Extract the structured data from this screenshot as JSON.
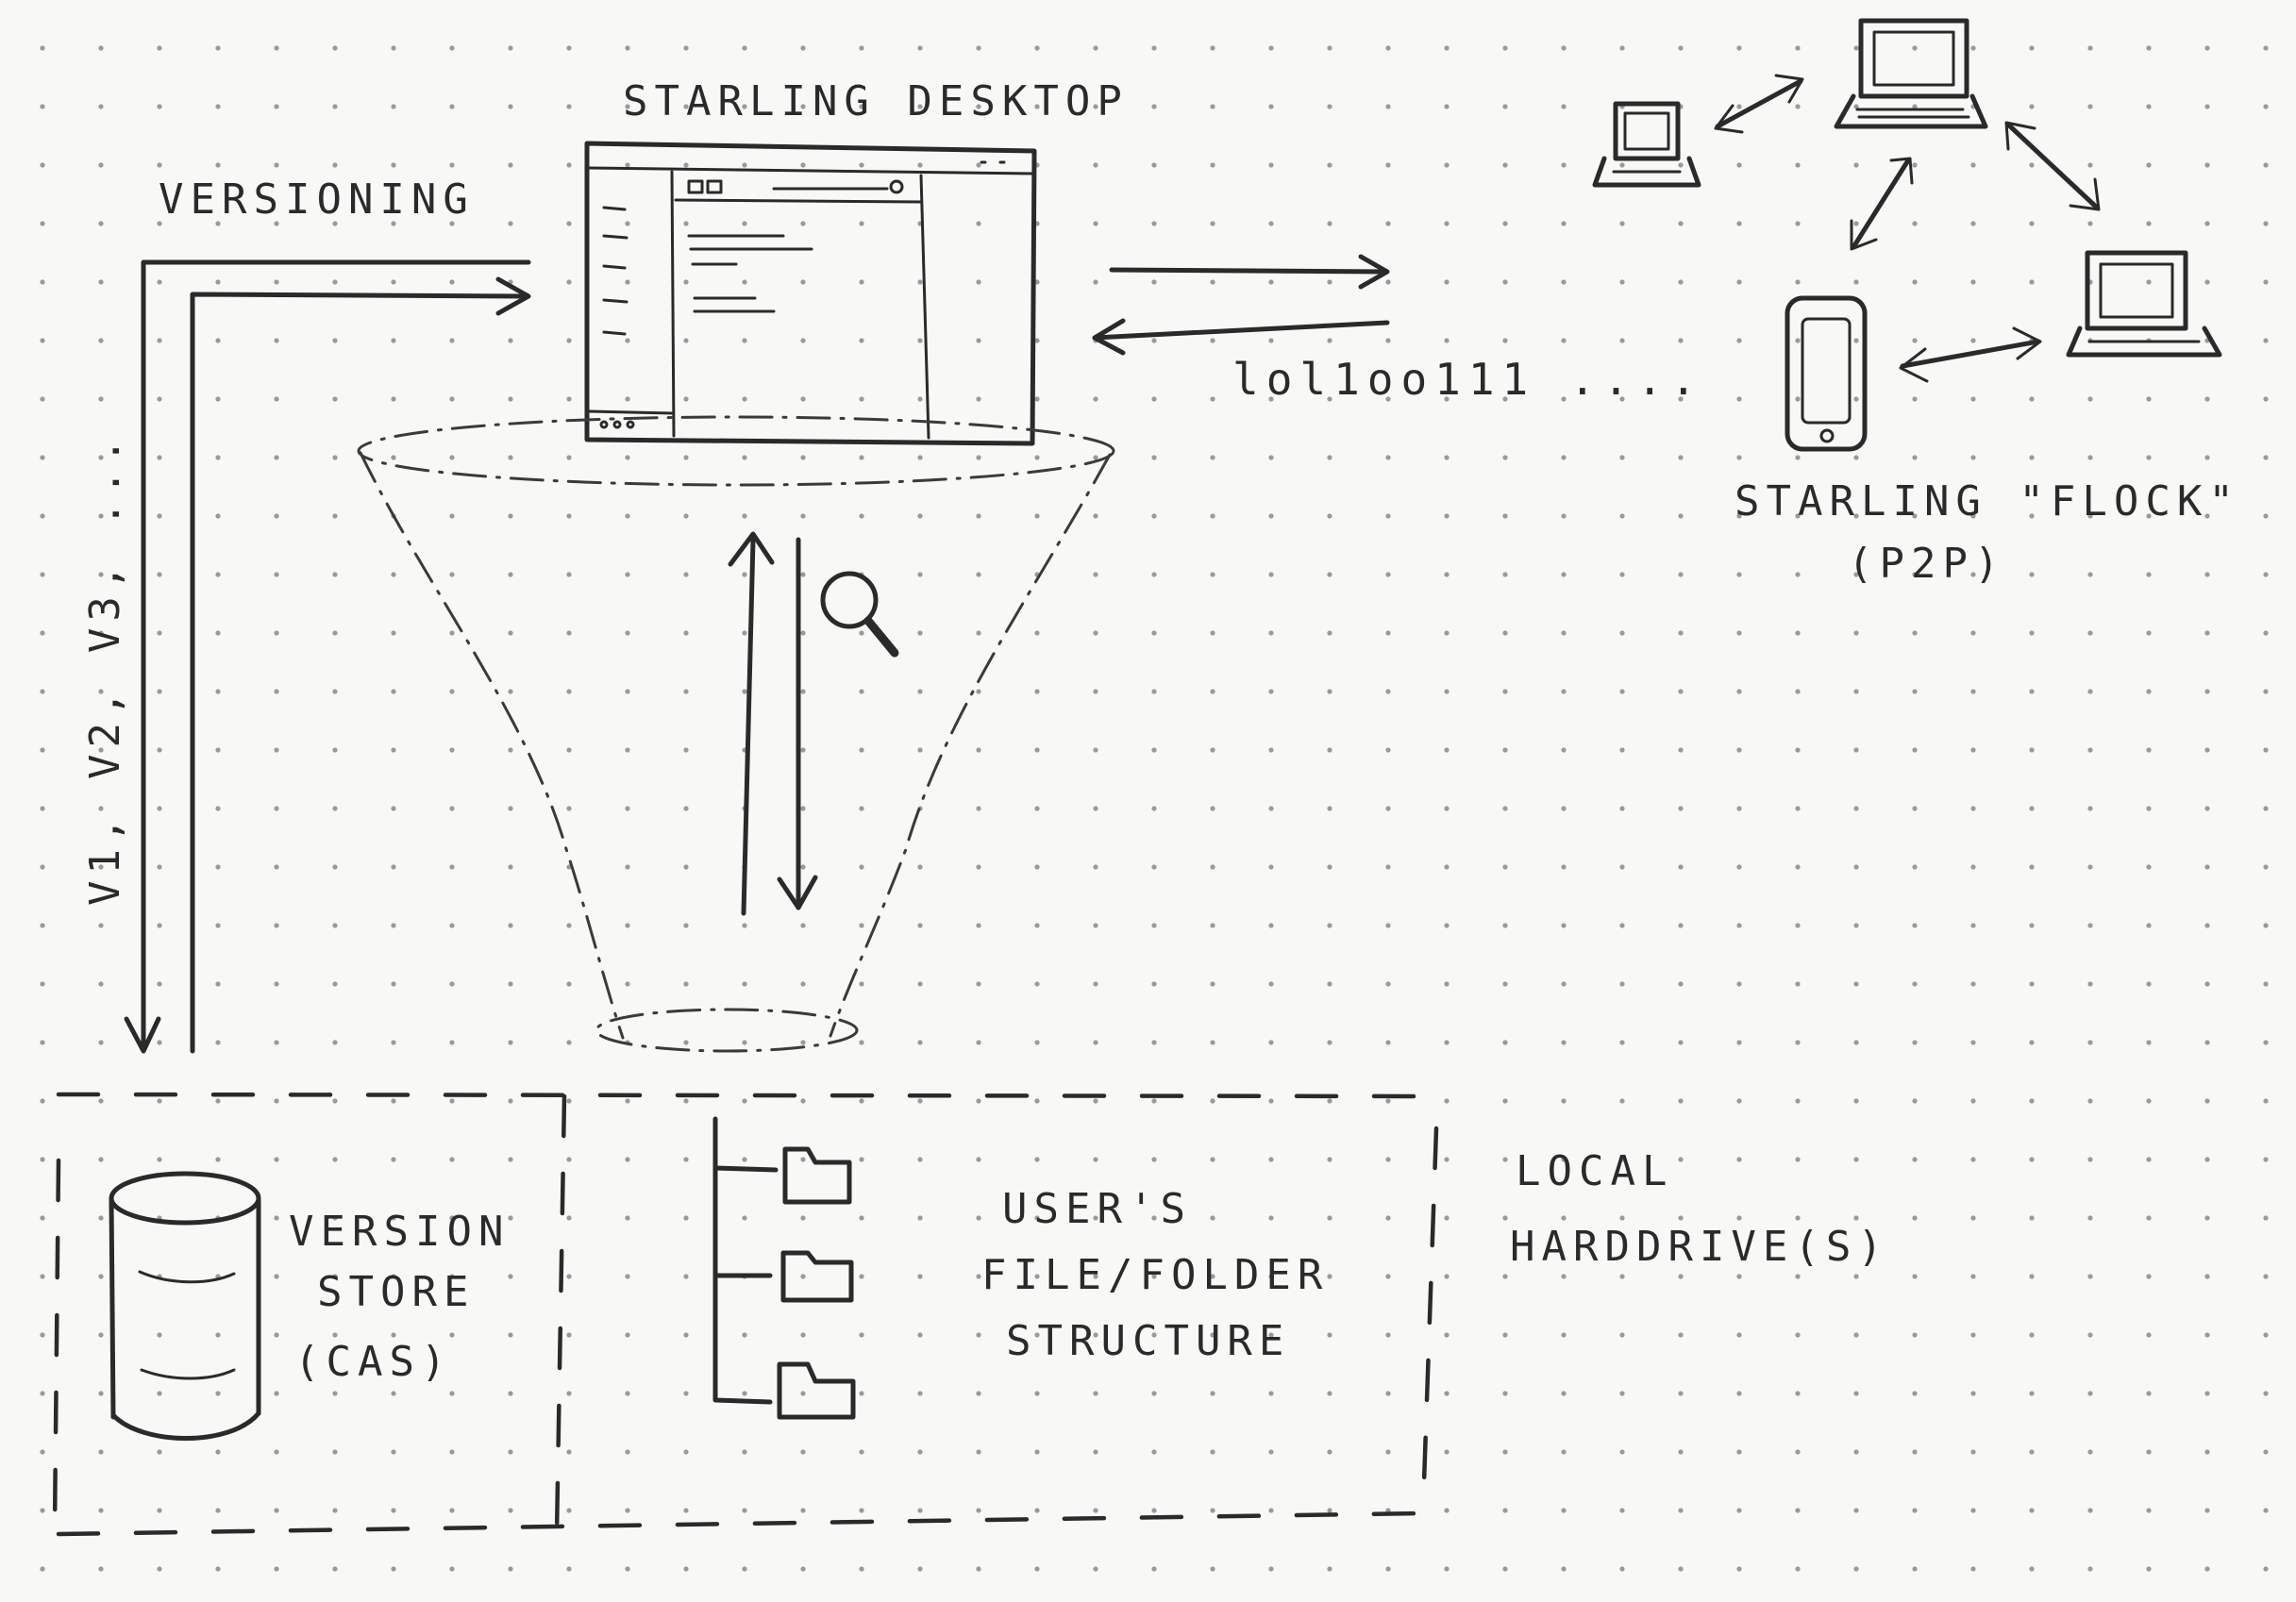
{
  "labels": {
    "desktop_title": "STARLING DESKTOP",
    "versioning": "VERSIONING",
    "versions_list": "V1, V2, V3, ...",
    "bitstream": "lol1oo111 ....",
    "flock_line1": "STARLING \"FLOCK\"",
    "flock_line2": "(P2P)",
    "version_store_line1": "VERSION",
    "version_store_line2": "STORE",
    "version_store_line3": "(CAS)",
    "user_files_line1": "USER'S",
    "user_files_line2": "FILE/FOLDER",
    "user_files_line3": "STRUCTURE",
    "local_line1": "LOCAL",
    "local_line2": "HARDDRIVE(S)"
  },
  "icons": {
    "search": "magnifier-icon",
    "folder": "folder-icon",
    "database": "cylinder-database-icon",
    "laptop": "laptop-icon",
    "phone": "smartphone-icon"
  },
  "colors": {
    "ink": "#2a2a2a",
    "paper": "#f8f8f6",
    "dots": "#9a9a9a"
  }
}
